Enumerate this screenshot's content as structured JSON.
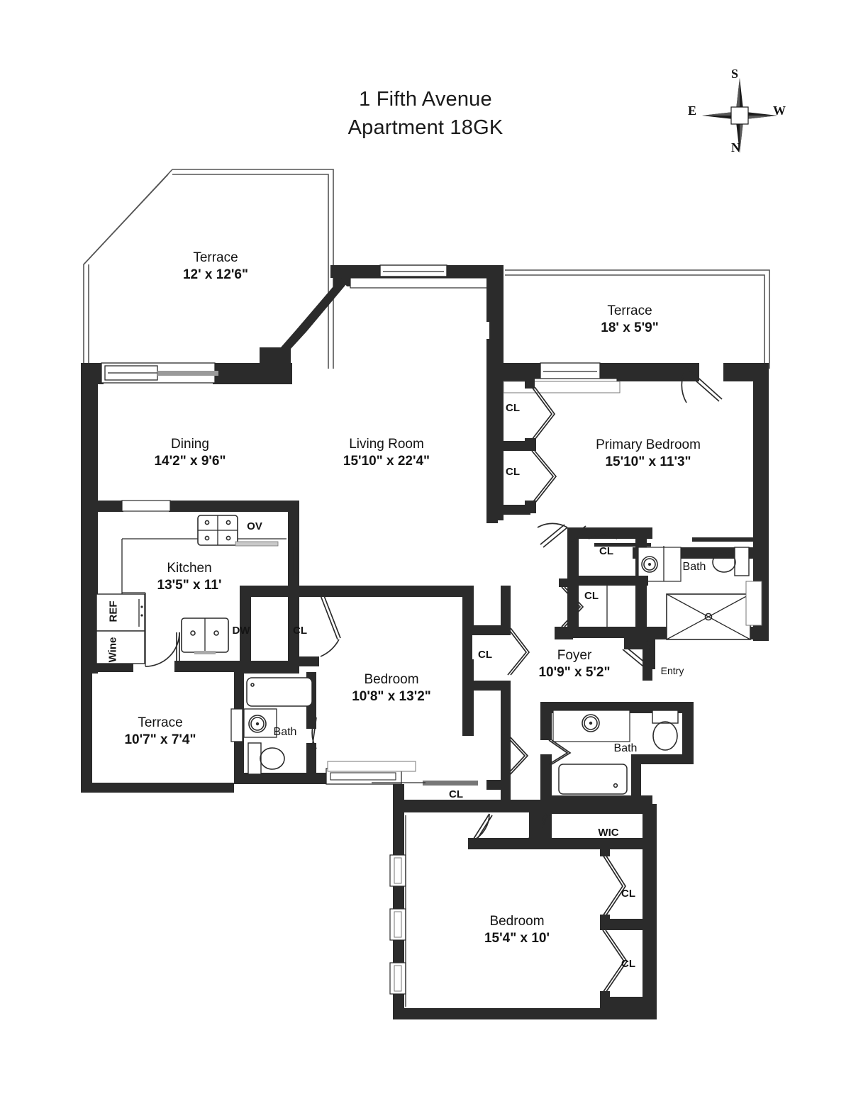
{
  "title": {
    "line1": "1 Fifth Avenue",
    "line2": "Apartment 18GK"
  },
  "compass": {
    "name": "compass-rose",
    "top": "S",
    "bottom": "N",
    "left": "E",
    "right": "W"
  },
  "colors": {
    "wall": "#2b2b2b",
    "thin_line": "#4a4a4a",
    "text": "#141414",
    "background": "#ffffff"
  },
  "rooms": [
    {
      "id": "terrace-nw",
      "name": "Terrace",
      "dimensions": "12' x 12'6\""
    },
    {
      "id": "terrace-ne",
      "name": "Terrace",
      "dimensions": "18' x 5'9\""
    },
    {
      "id": "dining",
      "name": "Dining",
      "dimensions": "14'2\" x 9'6\""
    },
    {
      "id": "living-room",
      "name": "Living Room",
      "dimensions": "15'10\" x 22'4\""
    },
    {
      "id": "primary-bedroom",
      "name": "Primary Bedroom",
      "dimensions": "15'10\" x 11'3\""
    },
    {
      "id": "kitchen",
      "name": "Kitchen",
      "dimensions": "13'5\" x 11'"
    },
    {
      "id": "terrace-sw",
      "name": "Terrace",
      "dimensions": "10'7\" x 7'4\""
    },
    {
      "id": "bedroom-center",
      "name": "Bedroom",
      "dimensions": "10'8\" x 13'2\""
    },
    {
      "id": "foyer",
      "name": "Foyer",
      "dimensions": "10'9\" x 5'2\""
    },
    {
      "id": "bedroom-south",
      "name": "Bedroom",
      "dimensions": "15'4\" x 10'"
    }
  ],
  "small_labels": {
    "closet": "CL",
    "walk_in_closet": "WIC",
    "bath": "Bath",
    "entry": "Entry",
    "refrigerator": "REF",
    "wine": "Wine",
    "oven": "OV",
    "dishwasher": "DW"
  },
  "closets": [
    {
      "id": "cl-primary-upper",
      "label": "CL"
    },
    {
      "id": "cl-primary-lower",
      "label": "CL"
    },
    {
      "id": "cl-bath-upper",
      "label": "CL"
    },
    {
      "id": "cl-bath-lower",
      "label": "CL"
    },
    {
      "id": "cl-kitchen",
      "label": "CL"
    },
    {
      "id": "cl-hall-upper",
      "label": "CL"
    },
    {
      "id": "cl-hall-lower",
      "label": "CL"
    },
    {
      "id": "cl-bedroom-s-up",
      "label": "CL"
    },
    {
      "id": "cl-bedroom-s-low",
      "label": "CL"
    }
  ],
  "baths": [
    {
      "id": "bath-primary",
      "label": "Bath"
    },
    {
      "id": "bath-hall",
      "label": "Bath"
    },
    {
      "id": "bath-west",
      "label": "Bath"
    }
  ],
  "fixtures": {
    "primary_bath": [
      "sink",
      "toilet",
      "shower"
    ],
    "hall_bath": [
      "sink",
      "toilet",
      "tub"
    ],
    "west_bath": [
      "tub",
      "sink",
      "toilet"
    ],
    "kitchen": [
      "range",
      "oven",
      "sink",
      "dishwasher",
      "refrigerator",
      "wine-cooler"
    ]
  }
}
